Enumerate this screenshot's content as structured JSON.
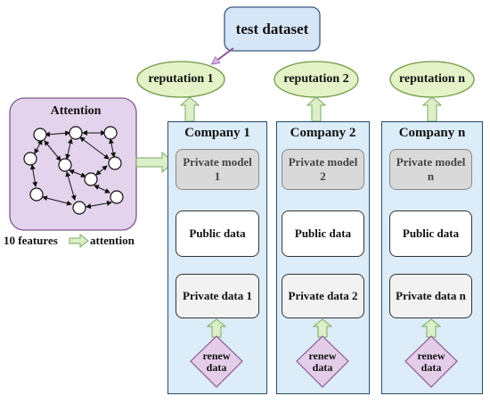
{
  "test_dataset": "test dataset",
  "attention": {
    "title": "Attention",
    "caption_left": "10 features",
    "caption_right": "attention"
  },
  "companies": [
    {
      "name": "Company 1",
      "reputation": "reputation 1",
      "private_model": [
        "Private model",
        "1"
      ],
      "public_data": "Public data",
      "private_data": "Private data 1",
      "renew": [
        "renew",
        "data"
      ]
    },
    {
      "name": "Company 2",
      "reputation": "reputation 2",
      "private_model": [
        "Private model",
        "2"
      ],
      "public_data": "Public data",
      "private_data": "Private data 2",
      "renew": [
        "renew",
        "data"
      ]
    },
    {
      "name": "Company n",
      "reputation": "reputation n",
      "private_model": [
        "Private model",
        "n"
      ],
      "public_data": "Public data",
      "private_data": "Private data n",
      "renew": [
        "renew",
        "data"
      ]
    }
  ],
  "colors": {
    "test_dataset_fill": "#d6e6f7",
    "reputation_fill": "#e4f2c7",
    "attention_fill": "#e4d3ec",
    "company_fill": "#dcecf8",
    "arrow_fill": "#dcefc9",
    "renew_fill": "#e4cde8"
  }
}
